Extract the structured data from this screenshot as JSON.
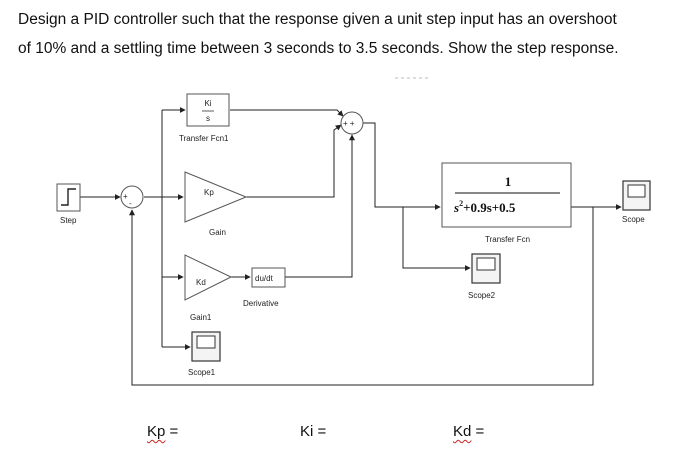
{
  "question": {
    "line1": "Design a PID controller such that the response given a unit step input has an overshoot",
    "line2": "of 10% and a settling time between 3 seconds to 3.5 seconds. Show the step response."
  },
  "diagram": {
    "blocks": {
      "transfer_fcn1": {
        "num": "Ki",
        "den": "s",
        "label": "Transfer Fcn1"
      },
      "gain": {
        "text": "Kp",
        "label": "Gain"
      },
      "gain1": {
        "text": "Kd",
        "label": "Gain1"
      },
      "derivative": {
        "text": "du/dt",
        "label": "Derivative"
      },
      "plant": {
        "num": "1",
        "den_s": "s",
        "den_exp": "2",
        "den_rest": "+0.9s+0.5",
        "label": "Transfer Fcn"
      },
      "step": {
        "label": "Step"
      },
      "scope": {
        "label": "Scope"
      },
      "scope1": {
        "label": "Scope1"
      },
      "scope2": {
        "label": "Scope2"
      },
      "sum_error": {
        "sign_plus": "+",
        "sign_minus": "-"
      },
      "sum_pid": {
        "signs": "+ +"
      }
    }
  },
  "answers": {
    "kp": {
      "name": "Kp",
      "sep": " ="
    },
    "ki": {
      "name": "Ki",
      "sep": " ="
    },
    "kd": {
      "name": "Kd",
      "sep": " ="
    }
  }
}
